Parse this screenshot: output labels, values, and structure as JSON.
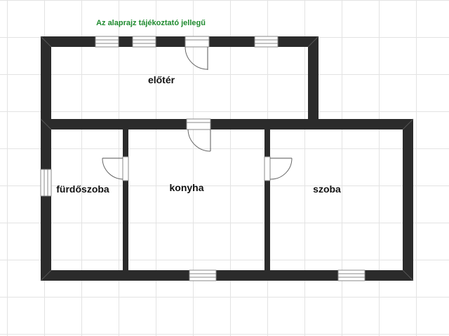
{
  "plan": {
    "note": "Az alaprajz tájékoztató jellegű",
    "rooms": [
      {
        "id": "eloter",
        "label": "előtér"
      },
      {
        "id": "furdoszoba",
        "label": "fürdőszoba"
      },
      {
        "id": "konyha",
        "label": "konyha"
      },
      {
        "id": "szoba",
        "label": "szoba"
      }
    ]
  },
  "colors": {
    "wall": "#2b2b2b",
    "note": "#1e8a2e",
    "window_frame": "#888888",
    "grid": "#e3e3e3"
  }
}
